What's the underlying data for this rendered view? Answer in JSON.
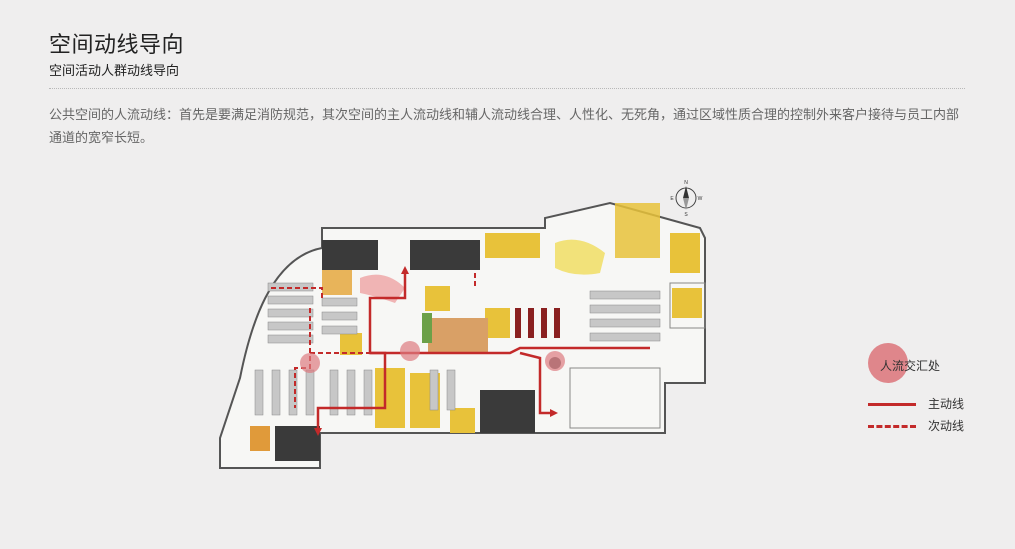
{
  "header": {
    "title": "空间动线导向",
    "subtitle": "空间活动人群动线导向"
  },
  "description": "公共空间的人流动线：首先是要满足消防规范，其次空间的主人流动线和辅人流动线合理、人性化、无死角，通过区域性质合理的控制外来客户接待与员工内部通道的宽窄长短。",
  "legend": {
    "intersection_label": "人流交汇处",
    "main_route_label": "主动线",
    "secondary_route_label": "次动线"
  },
  "compass": {
    "north": "N",
    "south": "S",
    "east": "E",
    "west": "W"
  },
  "colors": {
    "route": "#c32a2a",
    "intersection": "#dd7a80",
    "yellow_room": "#e8c23a",
    "dark_room": "#3a3a3a",
    "desk": "#c7c7c7"
  }
}
